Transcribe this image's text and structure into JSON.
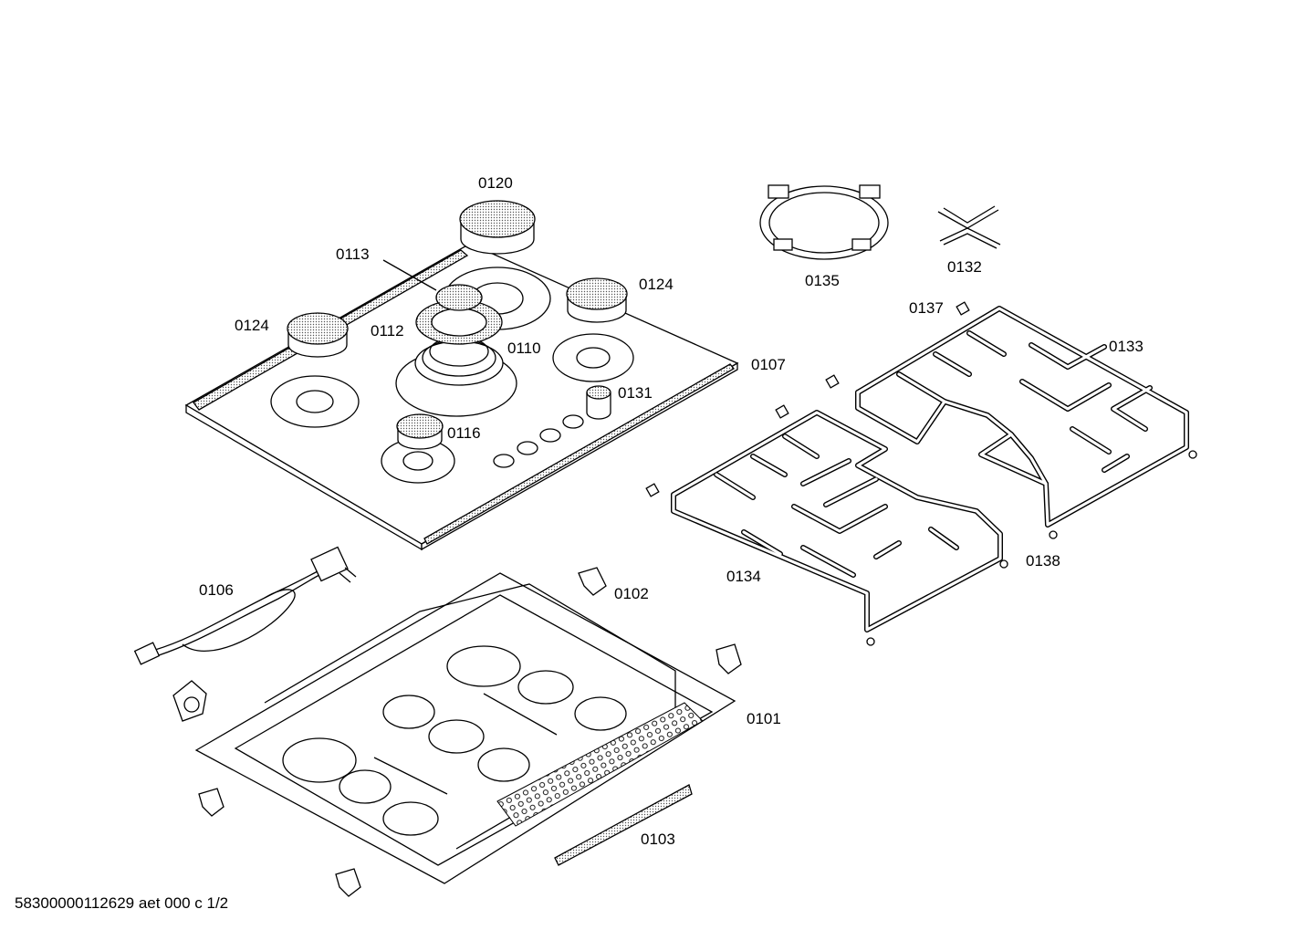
{
  "labels": {
    "p0120": "0120",
    "p0113": "0113",
    "p0124a": "0124",
    "p0124b": "0124",
    "p0112": "0112",
    "p0110": "0110",
    "p0107": "0107",
    "p0131": "0131",
    "p0116": "0116",
    "p0135": "0135",
    "p0132": "0132",
    "p0137": "0137",
    "p0133": "0133",
    "p0134": "0134",
    "p0138": "0138",
    "p0106": "0106",
    "p0102": "0102",
    "p0101": "0101",
    "p0103": "0103"
  },
  "footer": "58300000112629 aet 000 c 1/2"
}
